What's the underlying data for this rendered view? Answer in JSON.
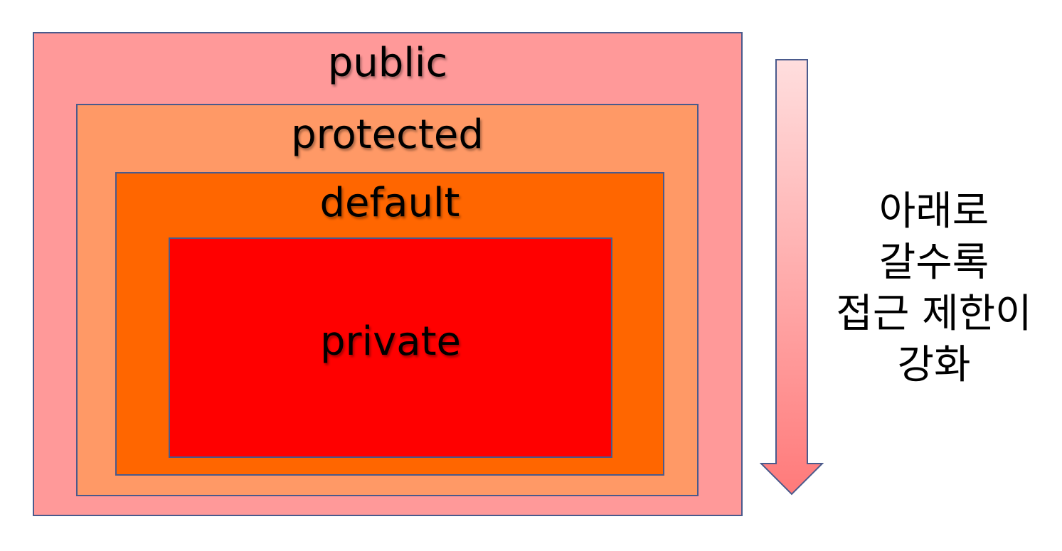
{
  "levels": [
    {
      "label": "public",
      "color": "#ff9999"
    },
    {
      "label": "protected",
      "color": "#ff9966"
    },
    {
      "label": "default",
      "color": "#ff6600"
    },
    {
      "label": "private",
      "color": "#ff0000"
    }
  ],
  "border_color": "#4a5a8c",
  "arrow": {
    "direction": "down",
    "gradient_top": "#ffdede",
    "gradient_bottom": "#ff7a7a"
  },
  "side_text": {
    "lines": [
      "아래로",
      "갈수록",
      "접근 제한이",
      "강화"
    ]
  }
}
